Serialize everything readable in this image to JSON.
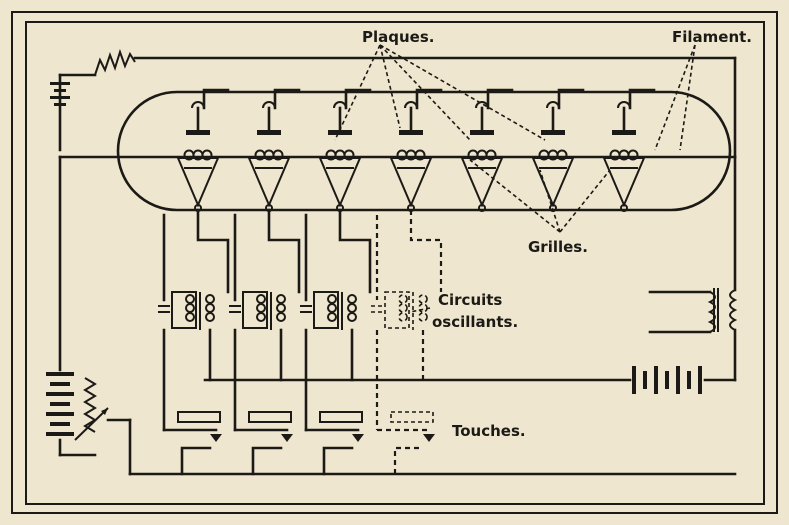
{
  "labels": {
    "plaques": "Plaques.",
    "filament": "Filament.",
    "grilles": "Grilles.",
    "circuits_line1": "Circuits",
    "circuits_line2": "oscillants.",
    "touches": "Touches."
  },
  "diagram": {
    "tube_count": 7,
    "solid_stage_count": 3,
    "dotted_stage_index": 4
  },
  "colors": {
    "paper": "#efe6cf",
    "ink": "#1c1a16"
  }
}
